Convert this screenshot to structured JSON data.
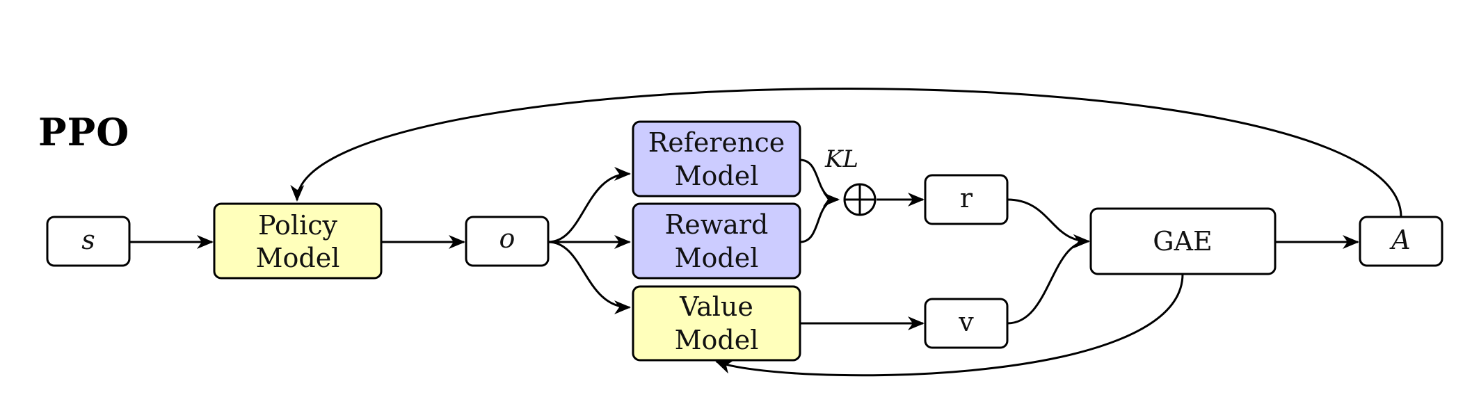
{
  "diagram": {
    "title": "PPO",
    "colors": {
      "frozen": "#ccccff",
      "trained": "#ffffbb",
      "plain": "#ffffff",
      "stroke": "#000000"
    },
    "nodes": {
      "s": "s",
      "policy": [
        "Policy",
        "Model"
      ],
      "o": "o",
      "reference": [
        "Reference",
        "Model"
      ],
      "reward": [
        "Reward",
        "Model"
      ],
      "value": [
        "Value",
        "Model"
      ],
      "r": "r",
      "v": "v",
      "gae": "GAE",
      "a": "A"
    },
    "kl_label": "KL"
  }
}
